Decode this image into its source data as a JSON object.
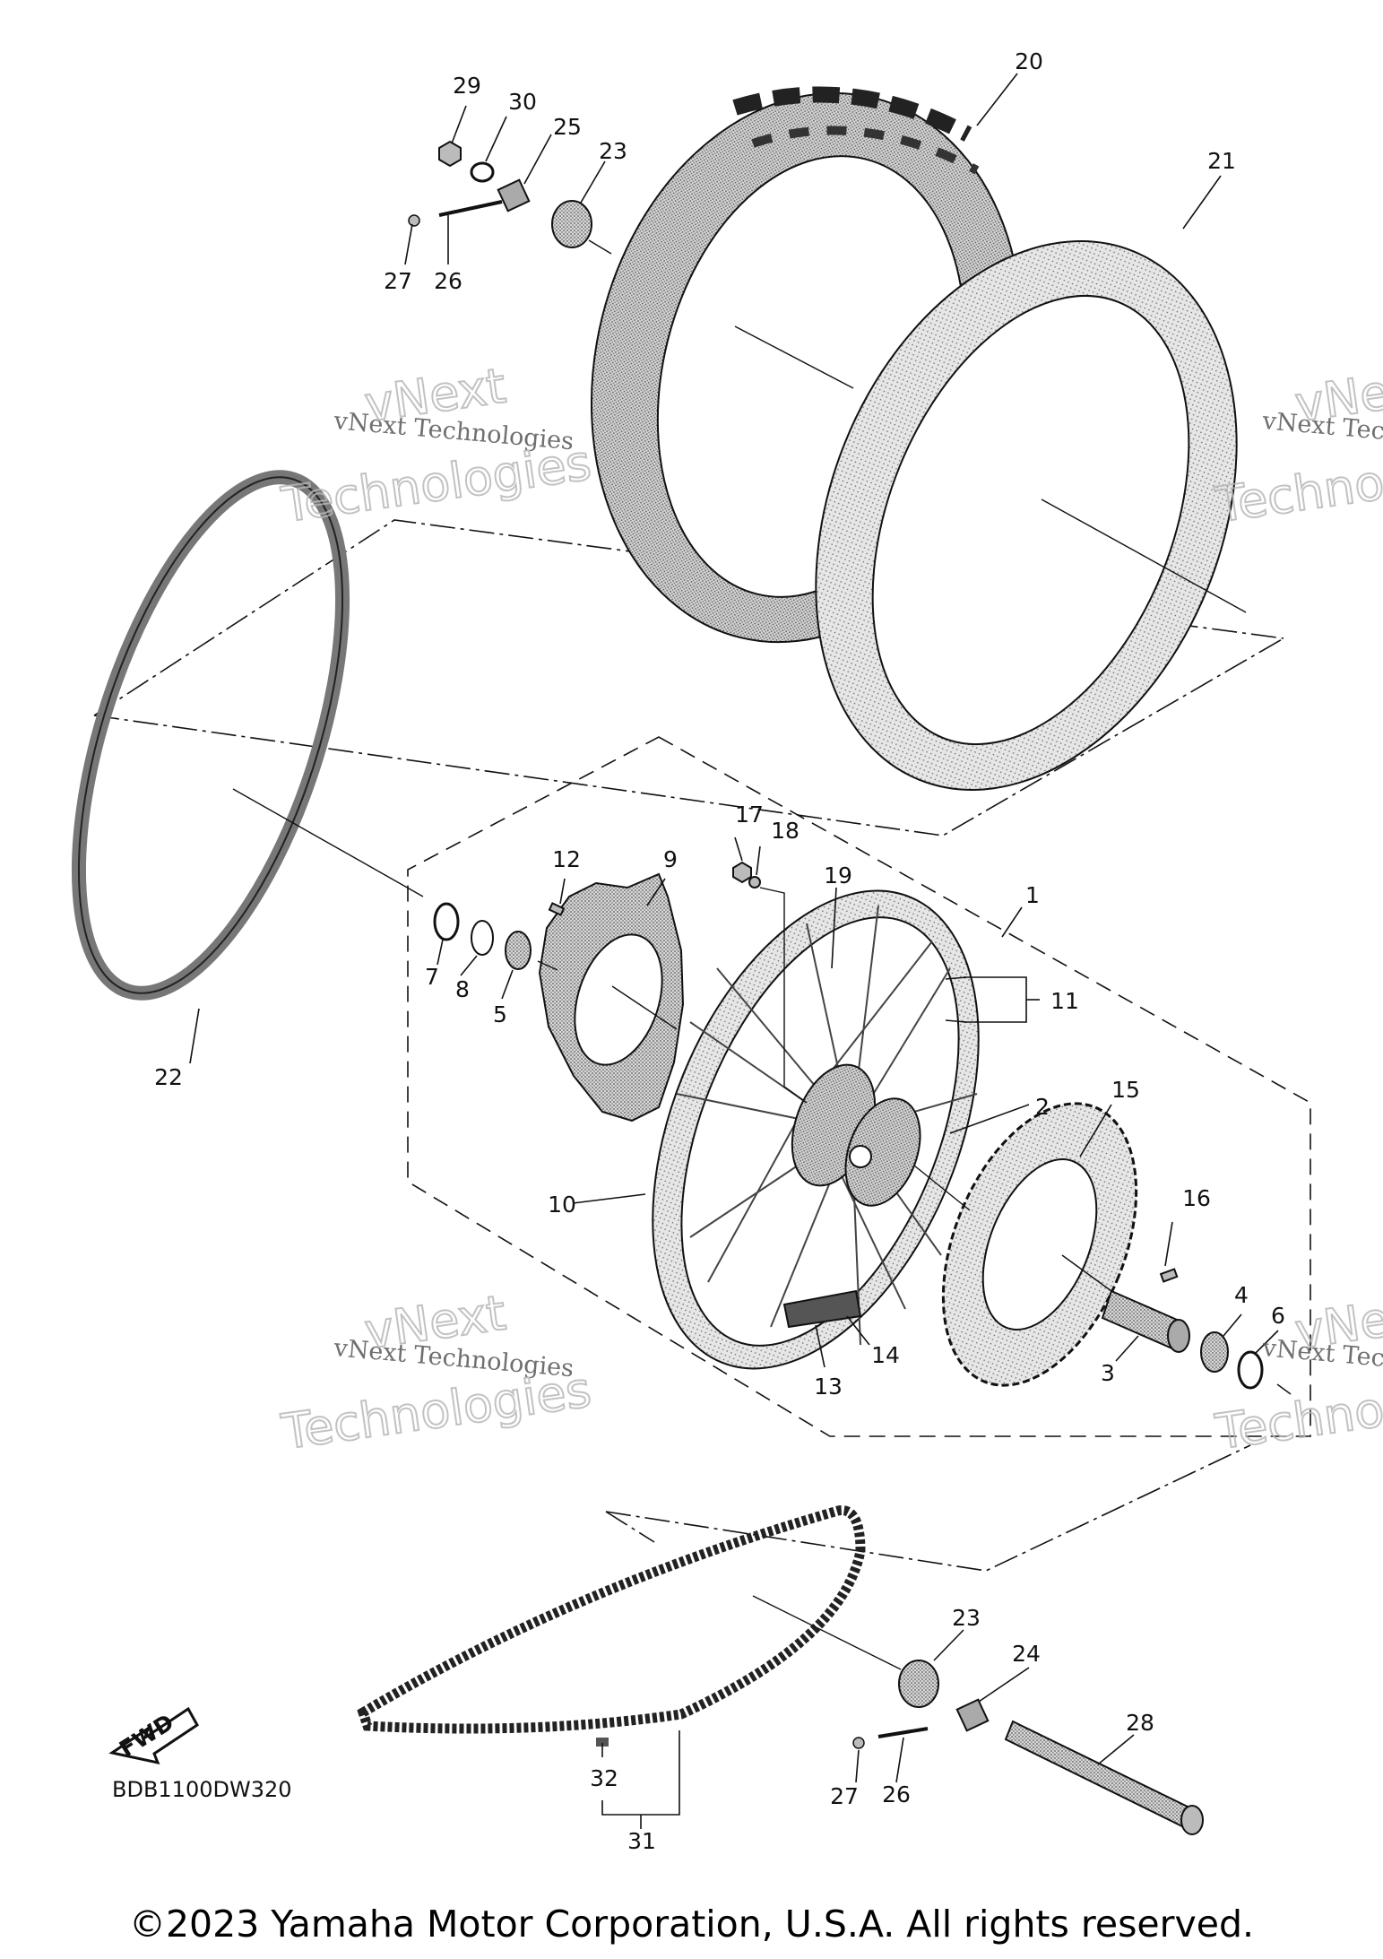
{
  "diagram": {
    "callouts": [
      {
        "id": "29",
        "text": "29"
      },
      {
        "id": "30",
        "text": "30"
      },
      {
        "id": "25",
        "text": "25"
      },
      {
        "id": "23a",
        "text": "23"
      },
      {
        "id": "27a",
        "text": "27"
      },
      {
        "id": "26a",
        "text": "26"
      },
      {
        "id": "20",
        "text": "20"
      },
      {
        "id": "21",
        "text": "21"
      },
      {
        "id": "22",
        "text": "22"
      },
      {
        "id": "17",
        "text": "17"
      },
      {
        "id": "18",
        "text": "18"
      },
      {
        "id": "19",
        "text": "19"
      },
      {
        "id": "1",
        "text": "1"
      },
      {
        "id": "12",
        "text": "12"
      },
      {
        "id": "9",
        "text": "9"
      },
      {
        "id": "7",
        "text": "7"
      },
      {
        "id": "8",
        "text": "8"
      },
      {
        "id": "5",
        "text": "5"
      },
      {
        "id": "11",
        "text": "11"
      },
      {
        "id": "2",
        "text": "2"
      },
      {
        "id": "15",
        "text": "15"
      },
      {
        "id": "10",
        "text": "10"
      },
      {
        "id": "16",
        "text": "16"
      },
      {
        "id": "4",
        "text": "4"
      },
      {
        "id": "6",
        "text": "6"
      },
      {
        "id": "3",
        "text": "3"
      },
      {
        "id": "14",
        "text": "14"
      },
      {
        "id": "13",
        "text": "13"
      },
      {
        "id": "23b",
        "text": "23"
      },
      {
        "id": "24",
        "text": "24"
      },
      {
        "id": "28",
        "text": "28"
      },
      {
        "id": "27b",
        "text": "27"
      },
      {
        "id": "26b",
        "text": "26"
      },
      {
        "id": "32",
        "text": "32"
      },
      {
        "id": "31",
        "text": "31"
      }
    ],
    "fwd_label": "FWD",
    "diagram_code": "BDB1100DW320",
    "watermarks": {
      "line1": "vNext Technologies",
      "line2a": "vNext",
      "line2b": "Technologies"
    }
  },
  "footer": {
    "copyright": "©2023 Yamaha Motor Corporation, U.S.A. All rights reserved."
  }
}
